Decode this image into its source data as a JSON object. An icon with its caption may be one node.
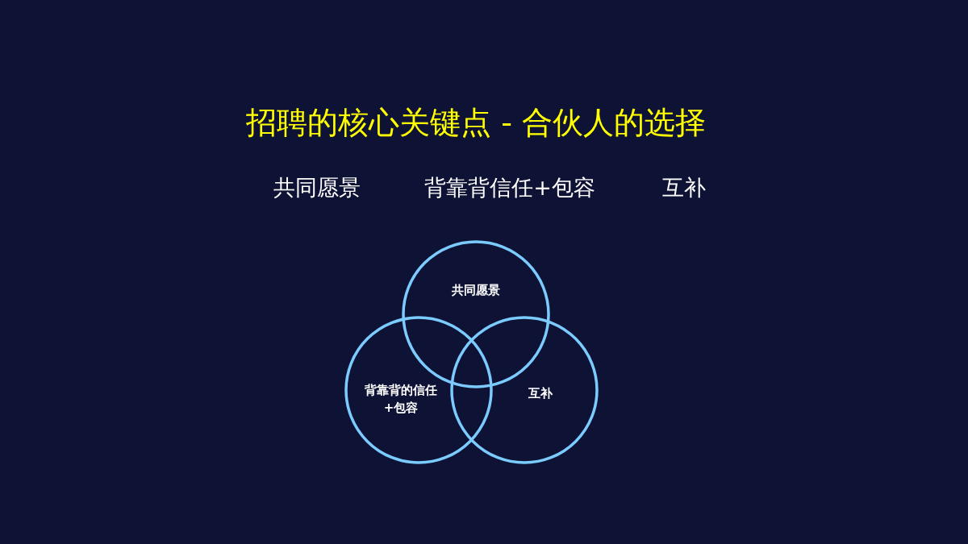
{
  "diagram": {
    "title": "招聘的核心关键点 - 合伙人的选择",
    "nodes": [
      {
        "text": [
          "共同愿景"
        ]
      },
      {
        "text": [
          "背靠背的信任+包容"
        ]
      },
      {
        "text": [
          "互补"
        ]
      }
    ],
    "labels": [
      "共同愿景",
      "背靠背信任+包容",
      "互补"
    ]
  }
}
